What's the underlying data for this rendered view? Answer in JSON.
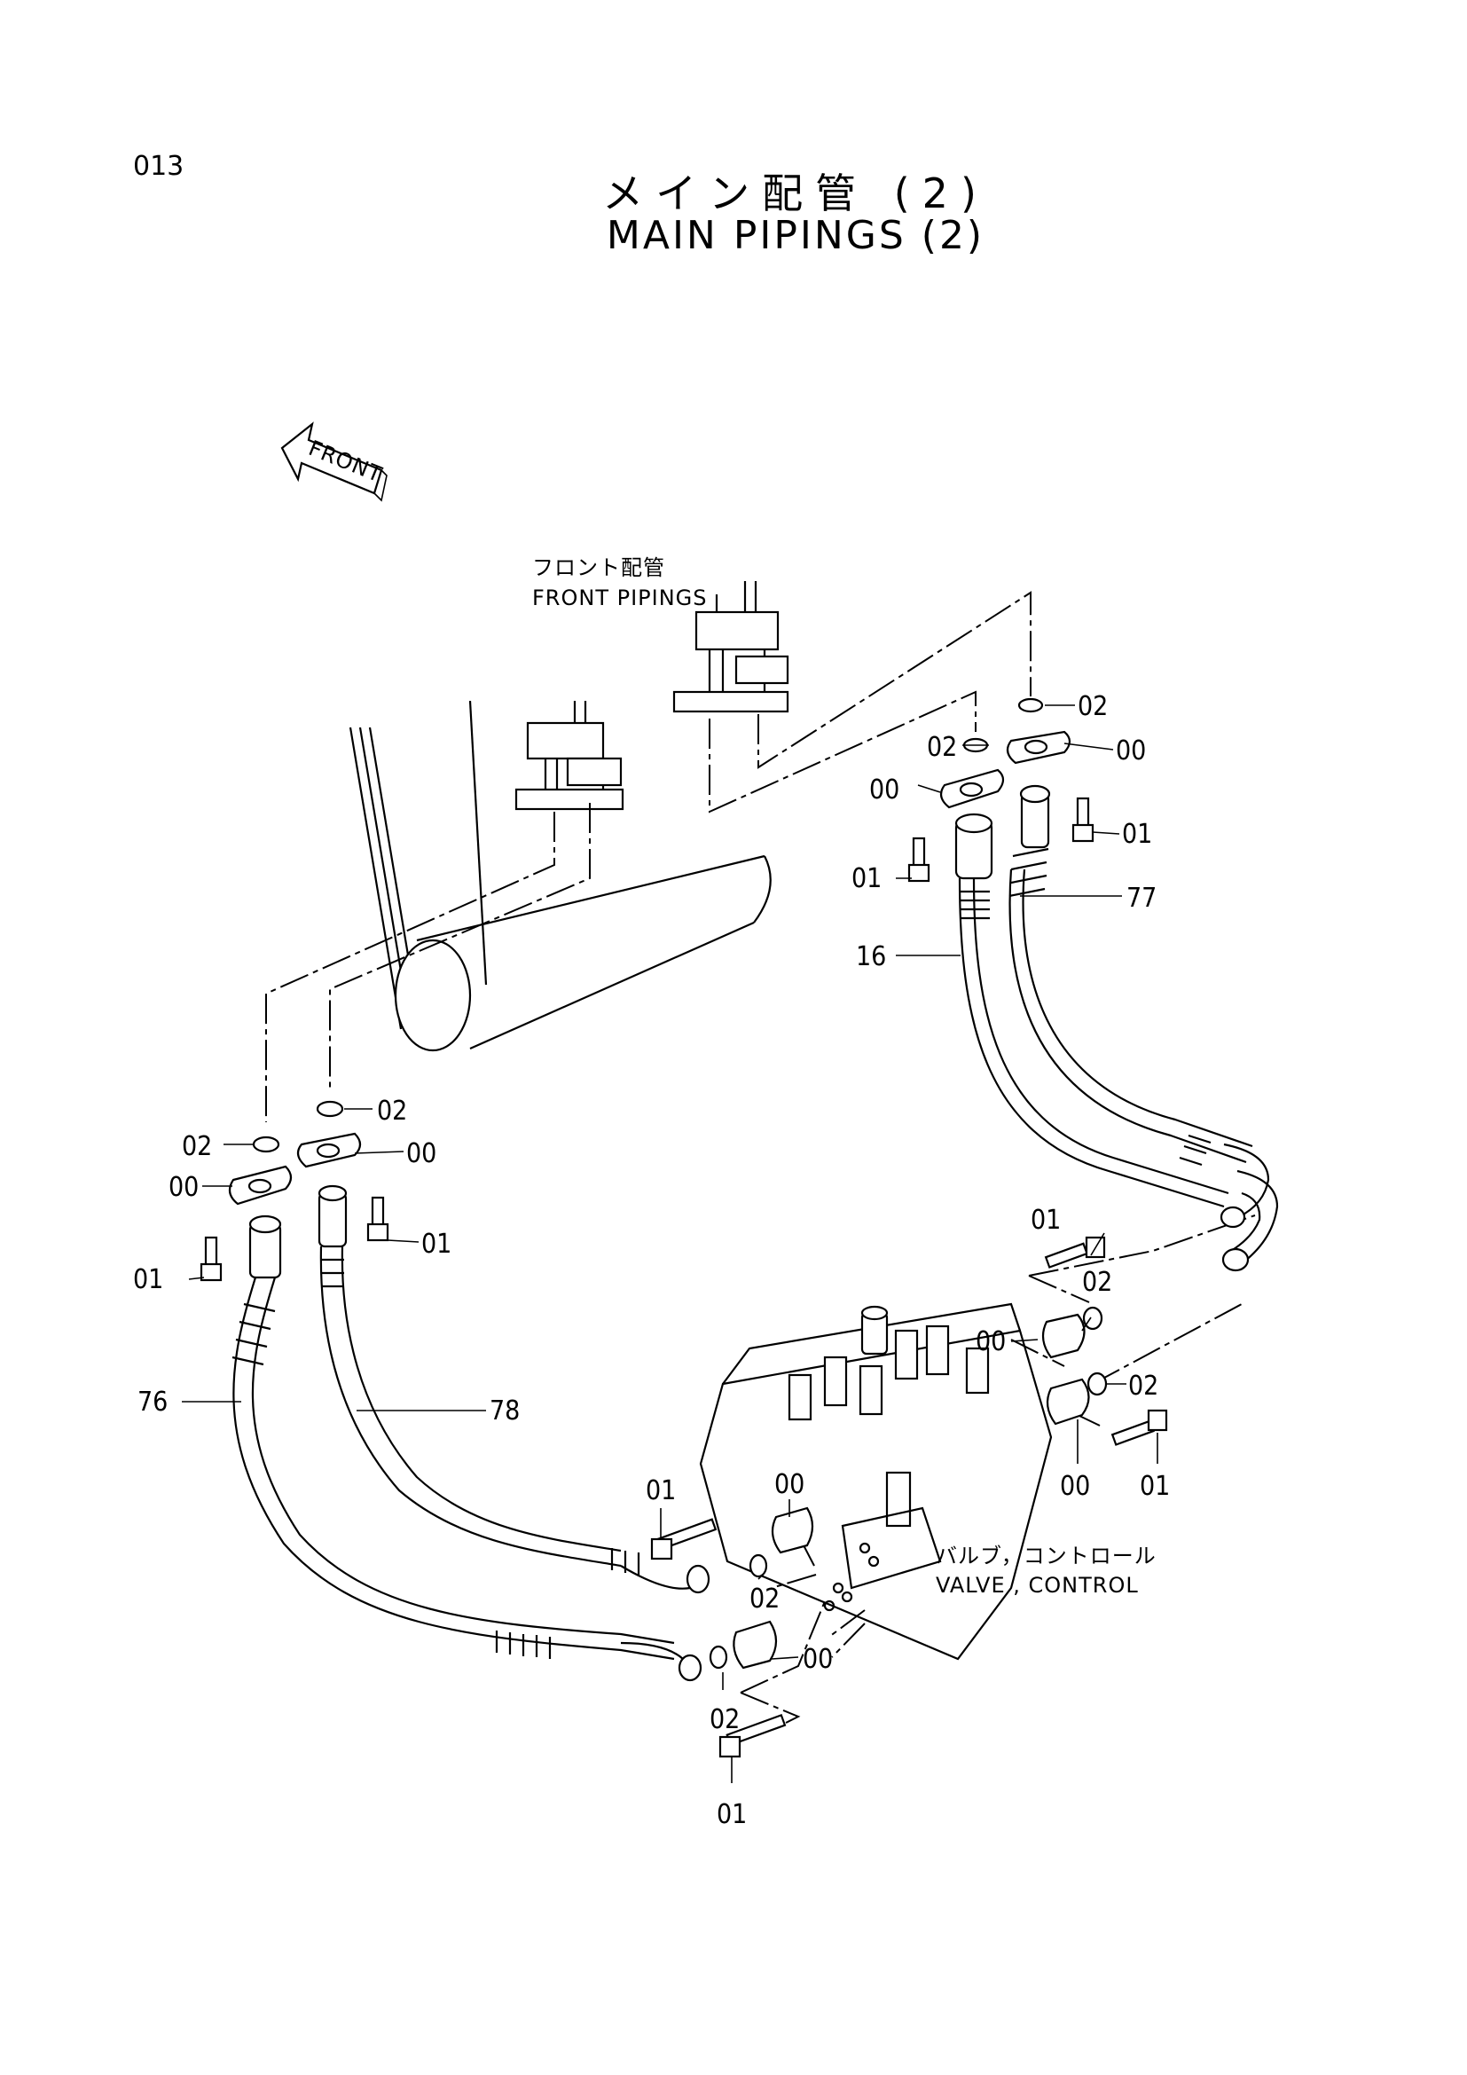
{
  "page_number": "013",
  "title_jp": "メイン配管 (2)",
  "title_en": "MAIN PIPINGS (2)",
  "front_arrow_label": "FRONT",
  "front_pipings": {
    "jp": "フロント配管",
    "en": "FRONT PIPINGS"
  },
  "valve_control": {
    "jp": "バルブ，コントロール",
    "en": "VALVE , CONTROL"
  },
  "callouts": {
    "c02_top_a": "02",
    "c00_top_a": "00",
    "c01_top_a": "01",
    "c02_top_b": "02",
    "c00_top_b": "00",
    "c01_top_b": "01",
    "c77": "77",
    "c16": "16",
    "c02_left_a": "02",
    "c00_left_a": "00",
    "c01_left_a": "01",
    "c02_left_b": "02",
    "c00_left_b": "00",
    "c01_left_b": "01",
    "c76": "76",
    "c78": "78",
    "c01_valve_top": "01",
    "c02_valve_top": "02",
    "c00_valve_top": "00",
    "c02_valve_mid": "02",
    "c00_valve_mid": "00",
    "c01_valve_mid": "01",
    "c01_valve_left": "01",
    "c00_valve_left": "00",
    "c02_valve_left": "02",
    "c00_valve_bot": "00",
    "c02_valve_bot": "02",
    "c01_valve_bot": "01"
  }
}
